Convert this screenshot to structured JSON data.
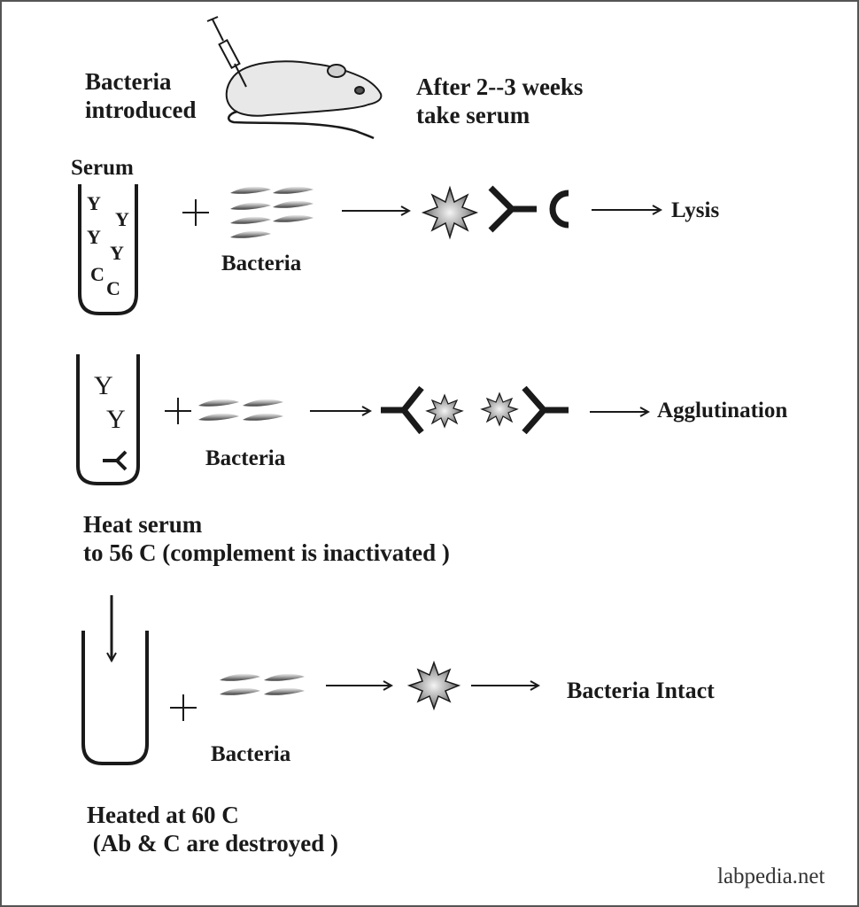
{
  "colors": {
    "ink": "#1a1a1a",
    "mouse_fill": "#e8e8e8",
    "bacteria_fill": "#9a9a9a",
    "star_fill": "#a8a8a8",
    "border": "#555555"
  },
  "intro": {
    "bacteria_line1": "Bacteria",
    "bacteria_line2": "introduced",
    "after_line1": "After 2--3 weeks",
    "after_line2": "take  serum"
  },
  "row1": {
    "serum_label": "Serum",
    "tube_antibodies": [
      "Y",
      "Y",
      "Y",
      "Y"
    ],
    "tube_complement": [
      "C",
      "C"
    ],
    "plus": "+",
    "bacteria_label": "Bacteria",
    "result": "Lysis"
  },
  "row2": {
    "tube_antibodies": [
      "Y",
      "Y"
    ],
    "plus": "+",
    "bacteria_label": "Bacteria",
    "result": "Agglutination"
  },
  "heat56": {
    "line1": "Heat serum",
    "line2": "to 56 C (complement is inactivated )"
  },
  "row3": {
    "plus": "+",
    "bacteria_label": "Bacteria",
    "result": "Bacteria Intact"
  },
  "heat60": {
    "line1": "Heated at 60 C",
    "line2": " (Ab & C are destroyed )"
  },
  "watermark": "labpedia.net"
}
